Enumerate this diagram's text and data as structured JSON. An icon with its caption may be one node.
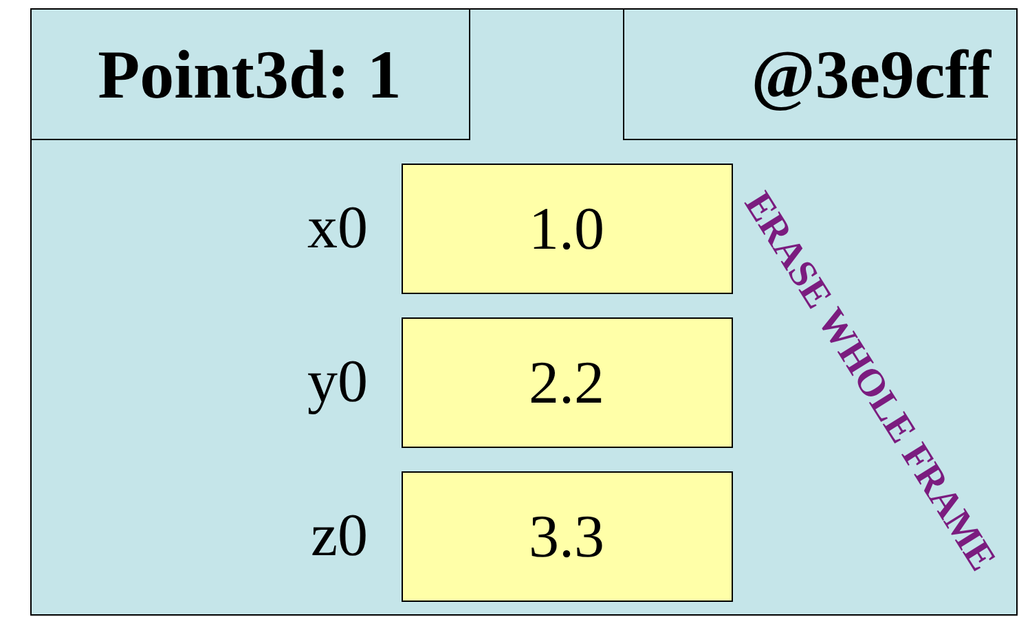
{
  "diagram": {
    "nodes": [
      {
        "text": [],
        "shape": "box"
      },
      {
        "text": [
          "Point3d: 1"
        ],
        "in": 0
      },
      {
        "text": [
          "@3e9cff"
        ],
        "in": 0
      },
      {
        "text": [
          "1.0"
        ],
        "in": 0,
        "beside": [
          "x0"
        ]
      },
      {
        "text": [
          "2.2"
        ],
        "in": 0,
        "beside": [
          "y0"
        ]
      },
      {
        "text": [
          "3.3"
        ],
        "in": 0,
        "beside": [
          "z0"
        ]
      }
    ],
    "labels": [
      "ERASE WHOLE FRAME"
    ]
  }
}
